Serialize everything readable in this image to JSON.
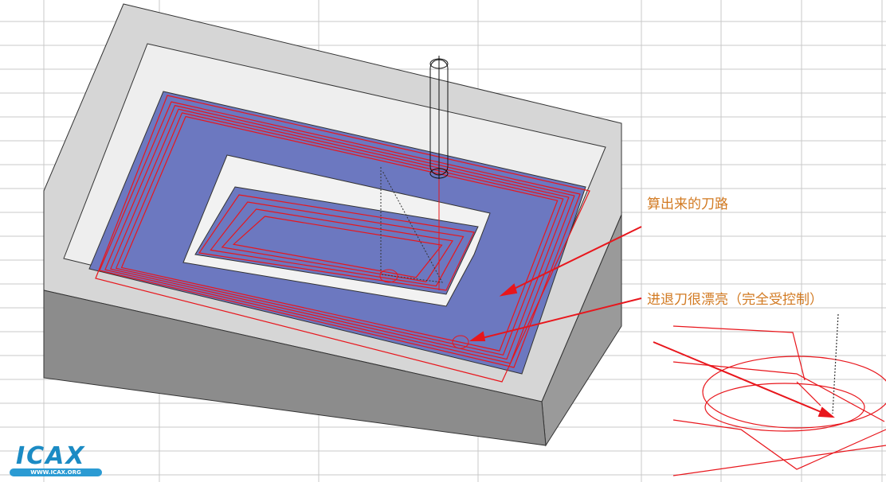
{
  "annotations": {
    "toolpath_label": "算出来的刀路",
    "entry_exit_label": "进退刀很漂亮（完全受控制）"
  },
  "logo": {
    "name": "ICAX",
    "url_text": "WWW.ICAX.ORG"
  },
  "colors": {
    "toolpath": "#e8161c",
    "floor": "#6c78c0",
    "annotation": "#d27a22",
    "grid": "#c8c8c8"
  }
}
